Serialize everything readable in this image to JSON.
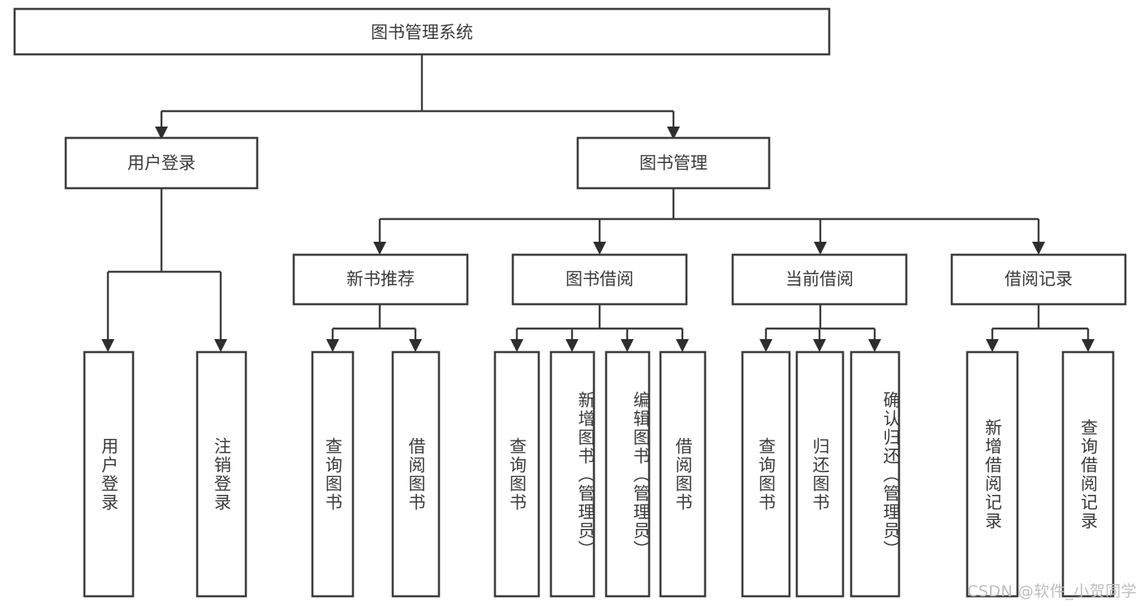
{
  "diagram": {
    "type": "tree-hierarchy-chart",
    "title": "图书管理系统",
    "orientation": "top-down",
    "line_color": "#3c3c3c",
    "box_fill": "#ffffff",
    "text_color": "#3a3a3a",
    "levels": [
      {
        "level": 0,
        "nodes": [
          {
            "id": "root",
            "label": "图书管理系统",
            "text_direction": "horizontal"
          }
        ]
      },
      {
        "level": 1,
        "nodes": [
          {
            "id": "login",
            "label": "用户登录",
            "text_direction": "horizontal",
            "parent": "root"
          },
          {
            "id": "bookmgmt",
            "label": "图书管理",
            "text_direction": "horizontal",
            "parent": "root"
          }
        ]
      },
      {
        "level": 2,
        "nodes": [
          {
            "id": "newbook",
            "label": "新书推荐",
            "text_direction": "horizontal",
            "parent": "bookmgmt"
          },
          {
            "id": "borrow",
            "label": "图书借阅",
            "text_direction": "horizontal",
            "parent": "bookmgmt"
          },
          {
            "id": "current",
            "label": "当前借阅",
            "text_direction": "horizontal",
            "parent": "bookmgmt"
          },
          {
            "id": "record",
            "label": "借阅记录",
            "text_direction": "horizontal",
            "parent": "bookmgmt"
          }
        ]
      },
      {
        "level": 3,
        "nodes": [
          {
            "id": "leaf1",
            "label": "用户登录",
            "text_direction": "vertical",
            "parent": "login"
          },
          {
            "id": "leaf2",
            "label": "注销登录",
            "text_direction": "vertical",
            "parent": "login"
          },
          {
            "id": "leaf3",
            "label": "查询图书",
            "text_direction": "vertical",
            "parent": "newbook"
          },
          {
            "id": "leaf4",
            "label": "借阅图书",
            "text_direction": "vertical",
            "parent": "newbook"
          },
          {
            "id": "leaf5",
            "label": "查询图书",
            "text_direction": "vertical",
            "parent": "borrow"
          },
          {
            "id": "leaf6",
            "label": "新增图书（管理员）",
            "text_direction": "vertical",
            "parent": "borrow"
          },
          {
            "id": "leaf7",
            "label": "编辑图书（管理员）",
            "text_direction": "vertical",
            "parent": "borrow"
          },
          {
            "id": "leaf8",
            "label": "借阅图书",
            "text_direction": "vertical",
            "parent": "borrow"
          },
          {
            "id": "leaf9",
            "label": "查询图书",
            "text_direction": "vertical",
            "parent": "current"
          },
          {
            "id": "leaf10",
            "label": "归还图书",
            "text_direction": "vertical",
            "parent": "current"
          },
          {
            "id": "leaf11",
            "label": "确认归还（管理员）",
            "text_direction": "vertical",
            "parent": "current"
          },
          {
            "id": "leaf12",
            "label": "新增借阅记录",
            "text_direction": "vertical",
            "parent": "record"
          },
          {
            "id": "leaf13",
            "label": "查询借阅记录",
            "text_direction": "vertical",
            "parent": "record"
          }
        ]
      }
    ]
  },
  "watermark": {
    "text": "CSDN @软件_小贺同学"
  }
}
